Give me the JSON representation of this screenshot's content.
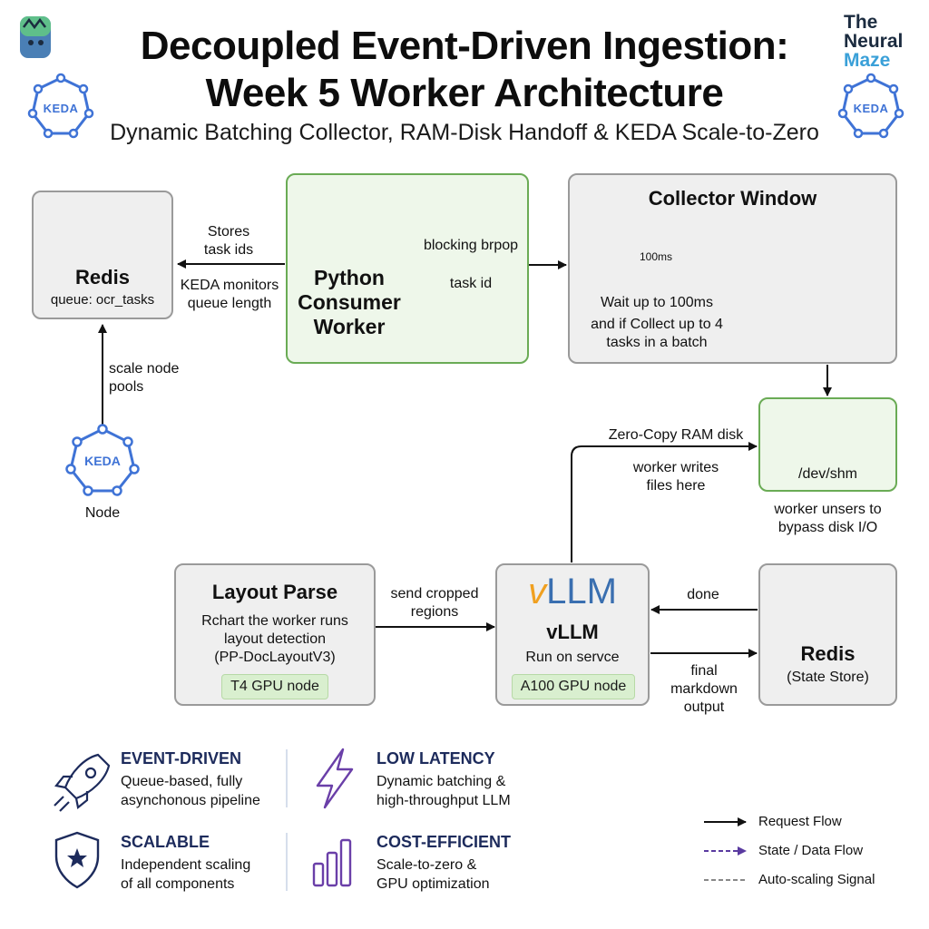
{
  "header": {
    "title_line1": "Decoupled Event-Driven Ingestion:",
    "title_line2": "Week 5 Worker Architecture",
    "subtitle": "Dynamic Batching Collector, RAM-Disk Handoff & KEDA Scale-to-Zero",
    "brand": {
      "line1": "The",
      "line2": "Neural",
      "line3": "Maze"
    },
    "keda_badge": "KEDA"
  },
  "redis_queue": {
    "title": "Redis",
    "subtitle": "queue: ocr_tasks"
  },
  "consumer": {
    "line1": "Python",
    "line2": "Consumer",
    "line3": "Worker"
  },
  "collector": {
    "title": "Collector Window",
    "timer": "100ms",
    "desc_line1": "Wait up to 100ms",
    "desc_line2": "and if Collect up to 4",
    "desc_line3": "tasks in a batch"
  },
  "shm": {
    "label": "/dev/shm",
    "note_line1": "worker unsers to",
    "note_line2": "bypass disk I/O"
  },
  "keda_node": {
    "badge": "KEDA",
    "label": "Node"
  },
  "layout": {
    "title": "Layout Parse",
    "desc_line1": "Rchart the worker runs",
    "desc_line2": "layout detection",
    "desc_line3": "(PP-DocLayoutV3)",
    "pill": "T4 GPU node"
  },
  "vllm": {
    "logo_v": "v",
    "logo_rest": "LLM",
    "title": "vLLM",
    "desc": "Run on servce",
    "pill": "A100 GPU node"
  },
  "redis_state": {
    "title": "Redis",
    "subtitle": "(State Store)"
  },
  "edges": {
    "stores_line1": "Stores",
    "stores_line2": "task ids",
    "keda_monitors_line1": "KEDA monitors",
    "keda_monitors_line2": "queue length",
    "brpop": "blocking brpop",
    "task_id": "task id",
    "scale_line1": "scale node",
    "scale_line2": "pools",
    "zero_copy": "Zero-Copy RAM disk",
    "writes_line1": "worker writes",
    "writes_line2": "files here",
    "send_line1": "send cropped",
    "send_line2": "regions",
    "done": "done",
    "final_line1": "final",
    "final_line2": "markdown",
    "final_line3": "output"
  },
  "features": [
    {
      "title": "EVENT-DRIVEN",
      "line1": "Queue-based, fully",
      "line2": "asynchonous pipeline"
    },
    {
      "title": "LOW LATENCY",
      "line1": "Dynamic batching &",
      "line2": "high-throughput LLM"
    },
    {
      "title": "SCALABLE",
      "line1": "Independent scaling",
      "line2": "of all components"
    },
    {
      "title": "COST-EFFICIENT",
      "line1": "Scale-to-zero &",
      "line2": "GPU optimization"
    }
  ],
  "legend": {
    "request": "Request Flow",
    "state": "State / Data Flow",
    "autoscale": "Auto-scaling Signal"
  },
  "colors": {
    "green_border": "#6aab55",
    "green_fill": "#eef7ea",
    "redis_red": "#d92b2b",
    "keda_blue": "#3f73d6",
    "feature_navy": "#1d2b5c",
    "purple": "#6a3fa8"
  }
}
